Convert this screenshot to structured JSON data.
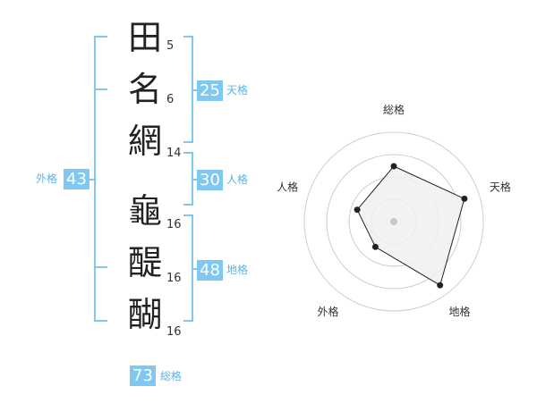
{
  "name_chars": [
    {
      "char": "田",
      "strokes": "5"
    },
    {
      "char": "名",
      "strokes": "6"
    },
    {
      "char": "網",
      "strokes": "14"
    },
    {
      "char": "龜",
      "strokes": "16"
    },
    {
      "char": "醍",
      "strokes": "16"
    },
    {
      "char": "醐",
      "strokes": "16"
    }
  ],
  "fortunes": {
    "tenkaku": {
      "value": "25",
      "label": "天格"
    },
    "jinkaku": {
      "value": "30",
      "label": "人格"
    },
    "chikaku": {
      "value": "48",
      "label": "地格"
    },
    "gaikaku": {
      "value": "43",
      "label": "外格"
    },
    "soukaku": {
      "value": "73",
      "label": "総格"
    }
  },
  "colors": {
    "accent": "#7fc8f2",
    "accent_text": "#58b4e8",
    "radar_fill": "#f0f0f0",
    "radar_line": "#222222"
  },
  "chart_data": {
    "type": "radar",
    "axes": [
      "総格",
      "天格",
      "地格",
      "外格",
      "人格"
    ],
    "values": [
      0.62,
      0.83,
      0.88,
      0.35,
      0.43
    ],
    "rings": 4,
    "max": 1
  }
}
